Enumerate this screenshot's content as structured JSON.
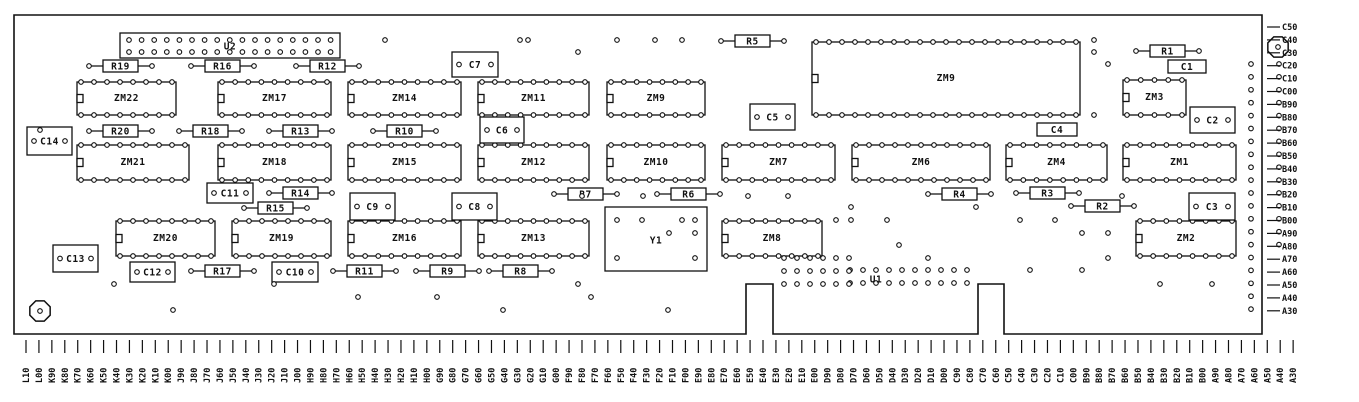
{
  "board": {
    "ics": [
      "ZM1",
      "ZM2",
      "ZM3",
      "ZM4",
      "ZM6",
      "ZM7",
      "ZM8",
      "ZM9",
      "ZM10",
      "ZM11",
      "ZM12",
      "ZM13",
      "ZM14",
      "ZM15",
      "ZM16",
      "ZM17",
      "ZM18",
      "ZM19",
      "ZM20",
      "ZM21",
      "ZM22"
    ],
    "big_ic": "ZM9",
    "resistors": [
      "R1",
      "R2",
      "R3",
      "R4",
      "R5",
      "R6",
      "R7",
      "R8",
      "R9",
      "R10",
      "R11",
      "R12",
      "R13",
      "R14",
      "R15",
      "R16",
      "R17",
      "R18",
      "R19",
      "R20"
    ],
    "capacitors": [
      "C1",
      "C2",
      "C3",
      "C4",
      "C5",
      "C6",
      "C7",
      "C8",
      "C9",
      "C10",
      "C11",
      "C12",
      "C13",
      "C14"
    ],
    "crystal": "Y1",
    "connectors": [
      "U1",
      "U2"
    ]
  },
  "edge_labels_right": [
    "C50",
    "C40",
    "C30",
    "C20",
    "C10",
    "C00",
    "B90",
    "B80",
    "B70",
    "B60",
    "B50",
    "B40",
    "B30",
    "B20",
    "B10",
    "B00",
    "A90",
    "A80",
    "A70",
    "A60",
    "A50",
    "A40",
    "A30"
  ],
  "edge_labels_bottom": [
    "L10",
    "L00",
    "K90",
    "K80",
    "K70",
    "K60",
    "K50",
    "K40",
    "K30",
    "K20",
    "K10",
    "K00",
    "J90",
    "J80",
    "J70",
    "J60",
    "J50",
    "J40",
    "J30",
    "J20",
    "J10",
    "J00",
    "H90",
    "H80",
    "H70",
    "H60",
    "H50",
    "H40",
    "H30",
    "H20",
    "H10",
    "H00",
    "G90",
    "G80",
    "G70",
    "G60",
    "G50",
    "G40",
    "G30",
    "G20",
    "G10",
    "G00",
    "F90",
    "F80",
    "F70",
    "F60",
    "F50",
    "F40",
    "F30",
    "F20",
    "F10",
    "F00",
    "E90",
    "E80",
    "E70",
    "E60",
    "E50",
    "E40",
    "E30",
    "E20",
    "E10",
    "E00",
    "D90",
    "D80",
    "D70",
    "D60",
    "D50",
    "D40",
    "D30",
    "D20",
    "D10",
    "D00",
    "C90",
    "C80",
    "C70",
    "C60",
    "C50",
    "C40",
    "C30",
    "C20",
    "C10",
    "C00",
    "B90",
    "B80",
    "B70",
    "B60",
    "B50",
    "B40",
    "B30",
    "B20",
    "B10",
    "B00",
    "A90",
    "A80",
    "A70",
    "A60",
    "A50",
    "A40",
    "A30"
  ]
}
